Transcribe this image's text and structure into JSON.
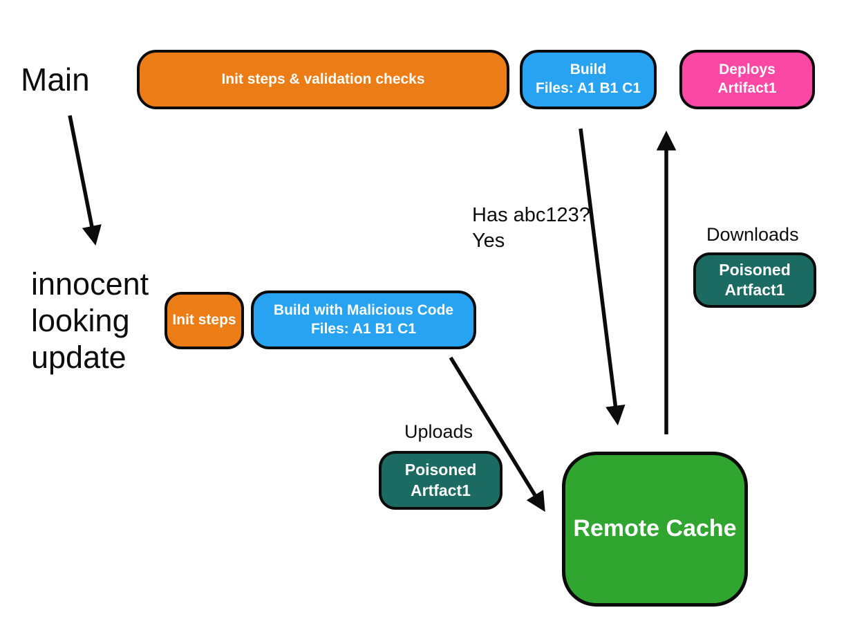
{
  "colors": {
    "orange": "#EC7C15",
    "blue": "#28A3F1",
    "pink": "#FB48A5",
    "teal": "#1B6B63",
    "green": "#30A530",
    "outline": "#0B0B0B",
    "text_dark": "#0D0D0D",
    "text_light": "#FFFFFF",
    "background": "#FFFFFF"
  },
  "branches": {
    "main": {
      "label": "Main"
    },
    "update": {
      "line1": "innocent",
      "line2": "looking",
      "line3": "update"
    }
  },
  "main_pipeline": {
    "init_validation": "Init steps & validation checks",
    "build_line1": "Build",
    "build_line2": "Files: A1 B1 C1",
    "deploy_line1": "Deploys",
    "deploy_line2": "Artifact1"
  },
  "update_pipeline": {
    "init_steps": "Init steps",
    "build_line1": "Build with Malicious Code",
    "build_line2": "Files: A1 B1 C1"
  },
  "annotations": {
    "cache_query_line1": "Has abc123?",
    "cache_query_line2": "Yes",
    "downloads": "Downloads",
    "uploads": "Uploads"
  },
  "artifacts": {
    "download": {
      "line1": "Poisoned",
      "line2": "Artfact1"
    },
    "upload": {
      "line1": "Poisoned",
      "line2": "Artfact1"
    }
  },
  "cache": {
    "label": "Remote Cache"
  }
}
